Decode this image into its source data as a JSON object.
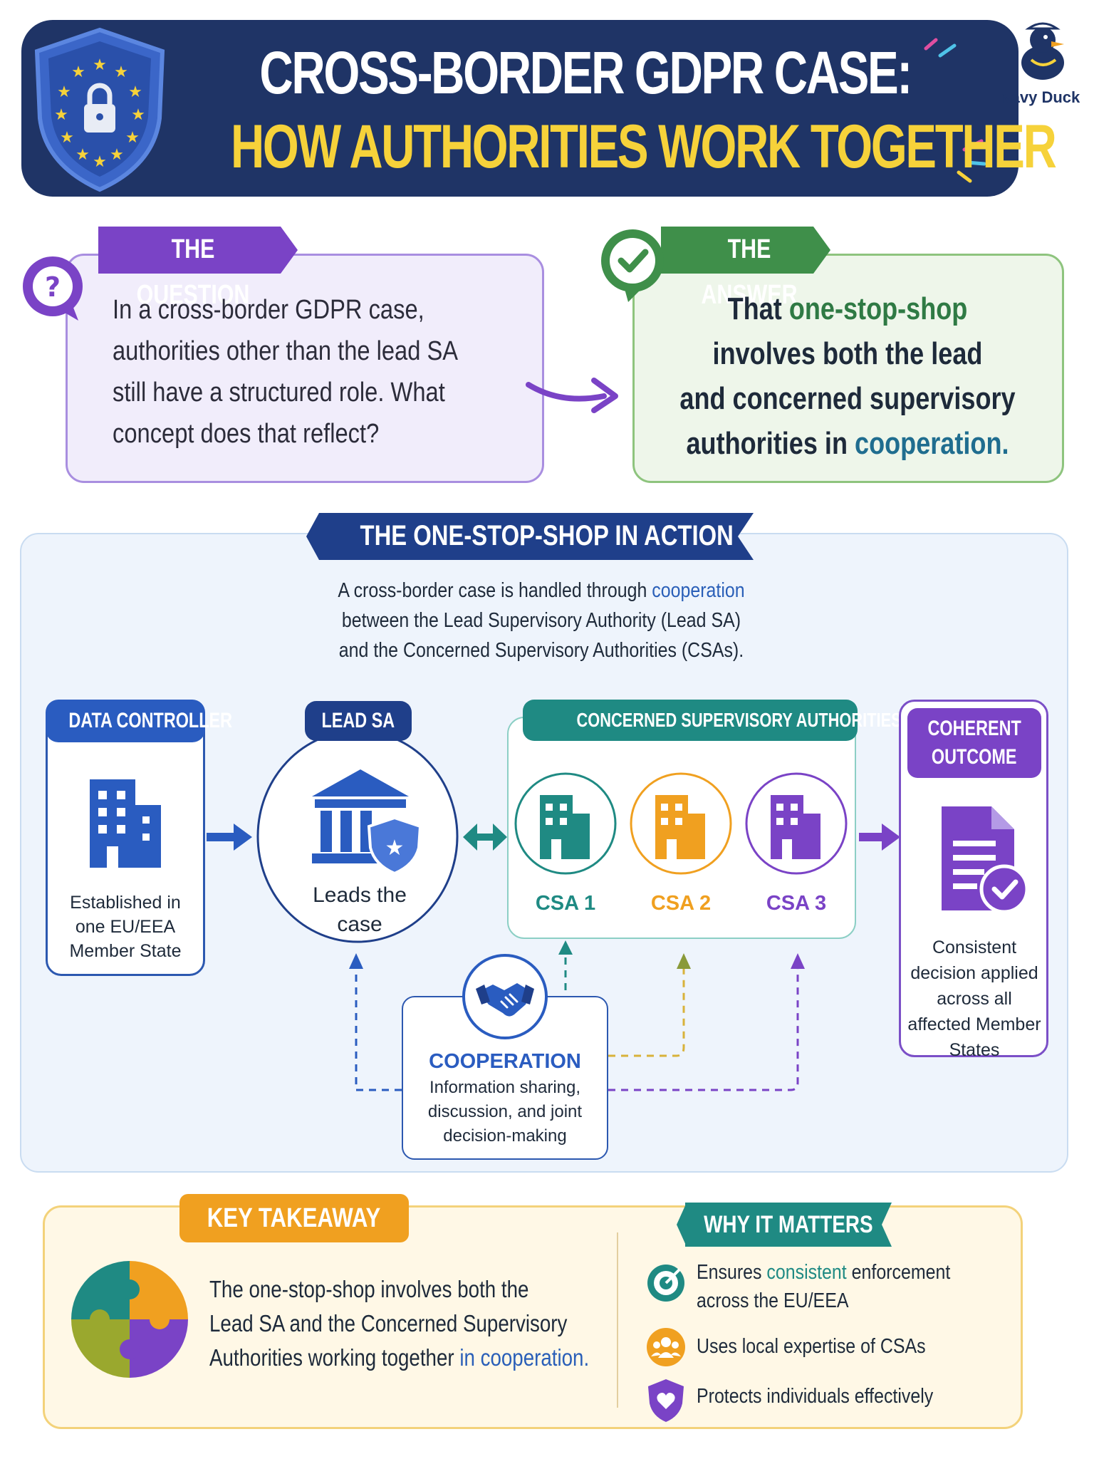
{
  "header": {
    "title_line1": "CROSS-BORDER GDPR CASE:",
    "title_line2": "HOW AUTHORITIES WORK TOGETHER",
    "brand": "Navy Duck"
  },
  "question": {
    "tag": "THE QUESTION",
    "text": "In a cross-border GDPR case, authorities other than the lead SA still have a structured role. What concept does that reflect?"
  },
  "answer": {
    "tag": "THE ANSWER",
    "line1_a": "That ",
    "line1_b": "one-stop-shop",
    "line2": "involves both the lead",
    "line3": "and concerned supervisory",
    "line4_a": "authorities in ",
    "line4_b": "cooperation."
  },
  "panel": {
    "title": "THE ONE-STOP-SHOP IN ACTION",
    "intro_1a": "A cross-border case is handled through ",
    "intro_1b": "cooperation",
    "intro_2": "between the Lead Supervisory Authority (Lead SA)",
    "intro_3": "and the Concerned Supervisory Authorities (CSAs)."
  },
  "data_controller": {
    "tag": "DATA CONTROLLER",
    "text": "Established in one EU/EEA Member State"
  },
  "lead_sa": {
    "tag": "LEAD SA",
    "text": "Leads the case"
  },
  "csas": {
    "tag": "CONCERNED SUPERVISORY AUTHORITIES (CSAs)",
    "items": [
      {
        "label": "CSA 1",
        "color": "#1f8a83"
      },
      {
        "label": "CSA 2",
        "color": "#f0a020"
      },
      {
        "label": "CSA 3",
        "color": "#7a43c6"
      }
    ]
  },
  "outcome": {
    "tag_line1": "COHERENT",
    "tag_line2": "OUTCOME",
    "text": "Consistent decision applied across all affected Member States"
  },
  "cooperation": {
    "title": "COOPERATION",
    "text": "Information sharing, discussion, and joint decision-making"
  },
  "takeaway": {
    "tag": "KEY TAKEAWAY",
    "line1": "The one-stop-shop involves both the",
    "line2": "Lead SA and the Concerned Supervisory",
    "line3_a": "Authorities working together ",
    "line3_b": "in cooperation."
  },
  "why_it_matters": {
    "tag": "WHY IT MATTERS",
    "item1_a": "Ensures ",
    "item1_b": "consistent",
    "item1_c": " enforcement",
    "item1_line2": "across the EU/EEA",
    "item2": "Uses local expertise of CSAs",
    "item3": "Protects individuals effectively"
  },
  "colors": {
    "navy": "#1f3466",
    "yellow": "#f6d23a",
    "purple": "#7a43c6",
    "green": "#3f8f4a",
    "blue": "#2a5cc0",
    "teal": "#1f8a83",
    "orange": "#f0a020"
  }
}
